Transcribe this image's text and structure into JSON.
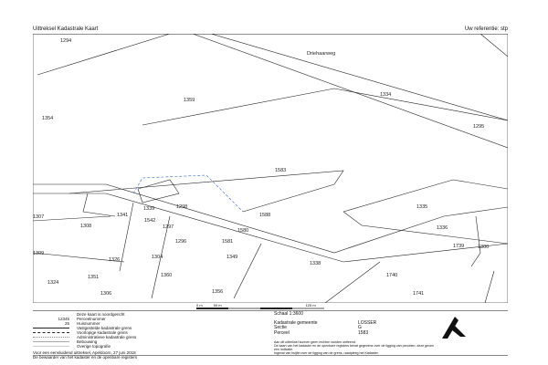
{
  "header": {
    "title": "Uittreksel Kadastrale Kaart",
    "reference": "Uw referentie: stp"
  },
  "map": {
    "street": "Driehaarweg",
    "parcels": [
      "1294",
      "1354",
      "1359",
      "1334",
      "1295",
      "1583",
      "1335",
      "1336",
      "1739",
      "1300",
      "1740",
      "1338",
      "1741",
      "1349",
      "1580",
      "1588",
      "1581",
      "1296",
      "1297",
      "1542",
      "1339",
      "1298",
      "1341",
      "1307",
      "1308",
      "1309",
      "1326",
      "1304",
      "1351",
      "1360",
      "1356",
      "1306",
      "1324"
    ]
  },
  "scalebar": {
    "labels": [
      "0 m",
      "50 m",
      "125 m"
    ]
  },
  "legend": {
    "items": [
      {
        "sym": "",
        "label": "Deze kaart is noordgericht"
      },
      {
        "sym": "12345",
        "label": "Perceelnummer"
      },
      {
        "sym": "25",
        "label": "Huisnummer"
      },
      {
        "sym": "",
        "label": "Vastgestelde kadastrale grens"
      },
      {
        "sym": "",
        "label": "Voorlopige kadastrale grens"
      },
      {
        "sym": "",
        "label": "Administratieve kadastrale grens"
      },
      {
        "sym": "",
        "label": "Bebouwing"
      },
      {
        "sym": "",
        "label": "Overige topografie"
      }
    ],
    "attest": "Voor een eensluidend uittreksel, Apeldoorn, 27 juni 2018",
    "keeper": "De bewaarder van het kadaster en de openbare registers"
  },
  "info": {
    "scale": "Schaal 1:3600",
    "rows": [
      {
        "k": "Kadastrale gemeente",
        "v": "LOSSER"
      },
      {
        "k": "Sectie",
        "v": "G"
      },
      {
        "k": "Perceel",
        "v": "1583"
      }
    ],
    "disclaimer1": "Aan dit uittreksel kunnen geen rechten worden ontleend.",
    "disclaimer2": "De kaart van het kadaster en de openbare registers bevat gegevens over de ligging van percelen; deze geven een indicatie.",
    "disclaimer3": "Ingeval van twijfel over de ligging van de grens, raadpleeg het Kadaster."
  }
}
